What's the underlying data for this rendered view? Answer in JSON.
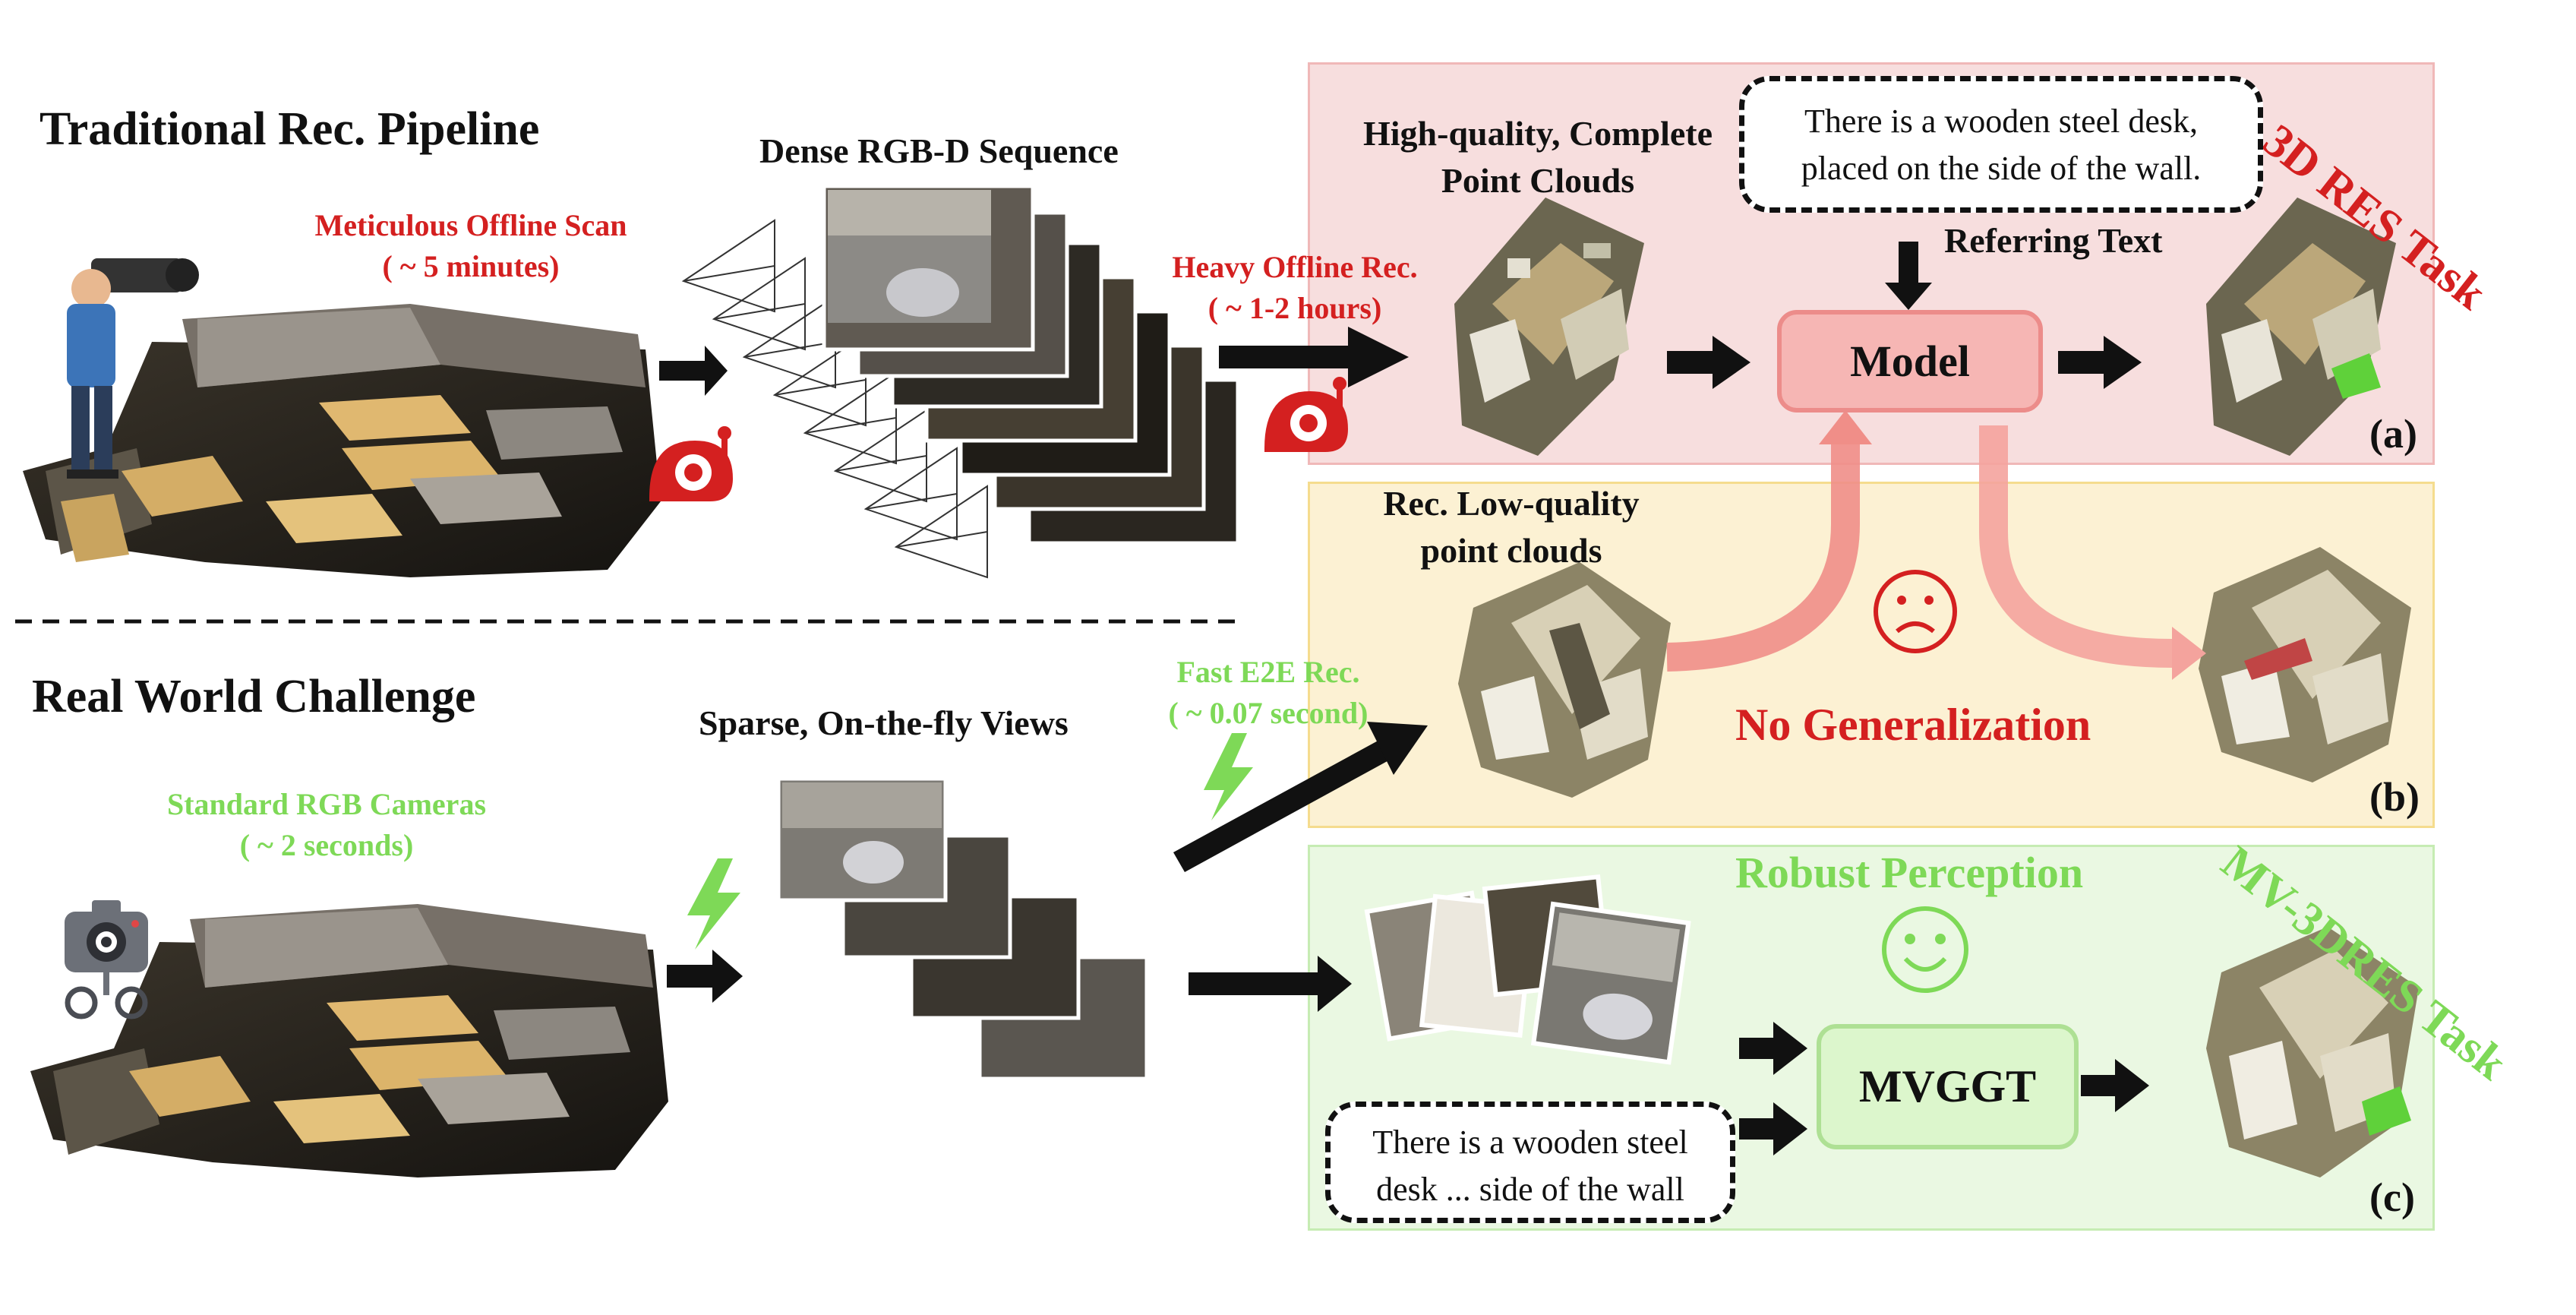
{
  "traditional": {
    "title": "Traditional Rec. Pipeline",
    "scan_label": "Meticulous Offline Scan",
    "scan_time": "( ~ 5 minutes)",
    "sequence_label": "Dense RGB-D Sequence",
    "rec_label": "Heavy Offline Rec.",
    "rec_time": "( ~ 1-2 hours)"
  },
  "real_world": {
    "title": "Real World Challenge",
    "camera_label": "Standard RGB Cameras",
    "camera_time": "( ~ 2 seconds)",
    "views_label": "Sparse, On-the-fly Views",
    "rec_label": "Fast E2E Rec.",
    "rec_time": "( ~ 0.07 second)"
  },
  "panel_a": {
    "task": "3D RES Task",
    "pc_label_1": "High-quality, Complete",
    "pc_label_2": "Point Clouds",
    "text_1": "There is a wooden steel desk,",
    "text_2": "placed on the side of the wall.",
    "referring": "Referring Text",
    "model": "Model",
    "tag": "(a)"
  },
  "panel_b": {
    "pc_label_1": "Rec. Low-quality",
    "pc_label_2": "point clouds",
    "status": "No Generalization",
    "tag": "(b)"
  },
  "panel_c": {
    "task": "MV-3DRES Task",
    "status": "Robust Perception",
    "model": "MVGGT",
    "text_1": "There is a wooden steel",
    "text_2": "desk ... side of the wall",
    "tag": "(c)"
  },
  "colors": {
    "red": "#d42020",
    "green": "#7ed957",
    "panel_a_bg": "#f6dcdc",
    "panel_b_bg": "#fbf1d4",
    "panel_c_bg": "#e8f8e0"
  }
}
